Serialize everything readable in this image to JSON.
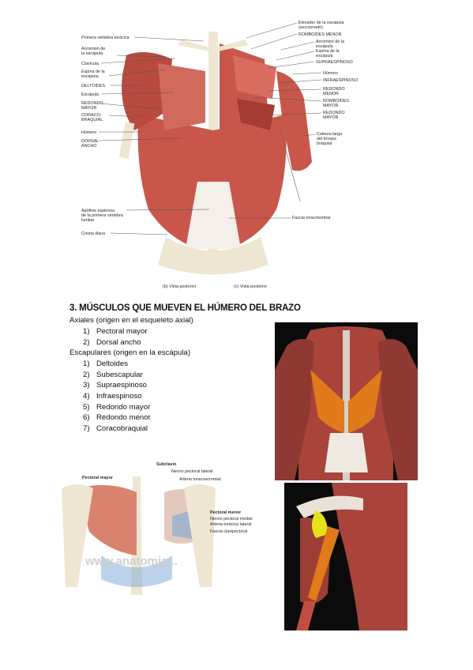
{
  "figure_top": {
    "labels_left": [
      "Primera vértebra torácica",
      "Acromion de\nla escápula",
      "Clavícula",
      "Espina de la\nescápula",
      "DELTOIDES",
      "Escápula",
      "REDONDO\nMAYOR",
      "CORACO-\nBRAQUIAL",
      "Húmero",
      "DORSAL\nANCHO",
      "Apófisis espinosa\nde la primera vértebra\nlumbar",
      "Cresta ilíaca"
    ],
    "labels_right": [
      "Elevador de la escápula\n(seccionado)",
      "ROMBOIDES MENOR",
      "Acromion de la\nescápula",
      "Espina de la\nescápula",
      "SUPRAESPINOSO",
      "Húmero",
      "INFRAESPINOSO",
      "REDONDO\nMENOR",
      "ROMBOIDES\nMAYOR",
      "REDONDO\nMAYOR",
      "Cabeza larga\ndel tríceps\nbraquial",
      "Fascia toracolumbar"
    ],
    "caption_b": "(b) Vista posterior",
    "caption_c": "(c) Vista posterior"
  },
  "section": {
    "heading": "3.   MÚSCULOS QUE MUEVEN EL HÚMERO DEL BRAZO",
    "axial_title": "Axiales (origen en el esqueleto axial)",
    "axial_items": [
      {
        "num": "1)",
        "text": "Pectoral mayor"
      },
      {
        "num": "2)",
        "text": "Dorsal ancho"
      }
    ],
    "scapular_title": "Escapulares (origen en la escápula)",
    "scapular_items": [
      {
        "num": "1)",
        "text": "Deltoides"
      },
      {
        "num": "2)",
        "text": "Subescapular"
      },
      {
        "num": "3)",
        "text": "Supraespinoso"
      },
      {
        "num": "4)",
        "text": "Infraespinoso"
      },
      {
        "num": "5)",
        "text": "Redondo mayor"
      },
      {
        "num": "6)",
        "text": "Redondo menor"
      },
      {
        "num": "7)",
        "text": "Coracobraquial"
      }
    ]
  },
  "figure_bottom": {
    "label_pectoral_mayor": "Pectoral mayor",
    "label_subclavio": "Subclavio",
    "labels_right": [
      "Nervio pectoral lateral",
      "Arteria toracoacromial",
      "Pectoral menor",
      "Nervio pectoral medial",
      "Arteria torácica lateral",
      "Fascia clavipectoral"
    ],
    "watermark": "www.anatomia..."
  },
  "colors": {
    "muscle": "#c9564a",
    "muscle_dark": "#a63b33",
    "bone": "#efe6d2",
    "tendon": "#f4efe8",
    "highlight_orange": "#e07a1a",
    "highlight_yellow": "#e6e21a"
  }
}
